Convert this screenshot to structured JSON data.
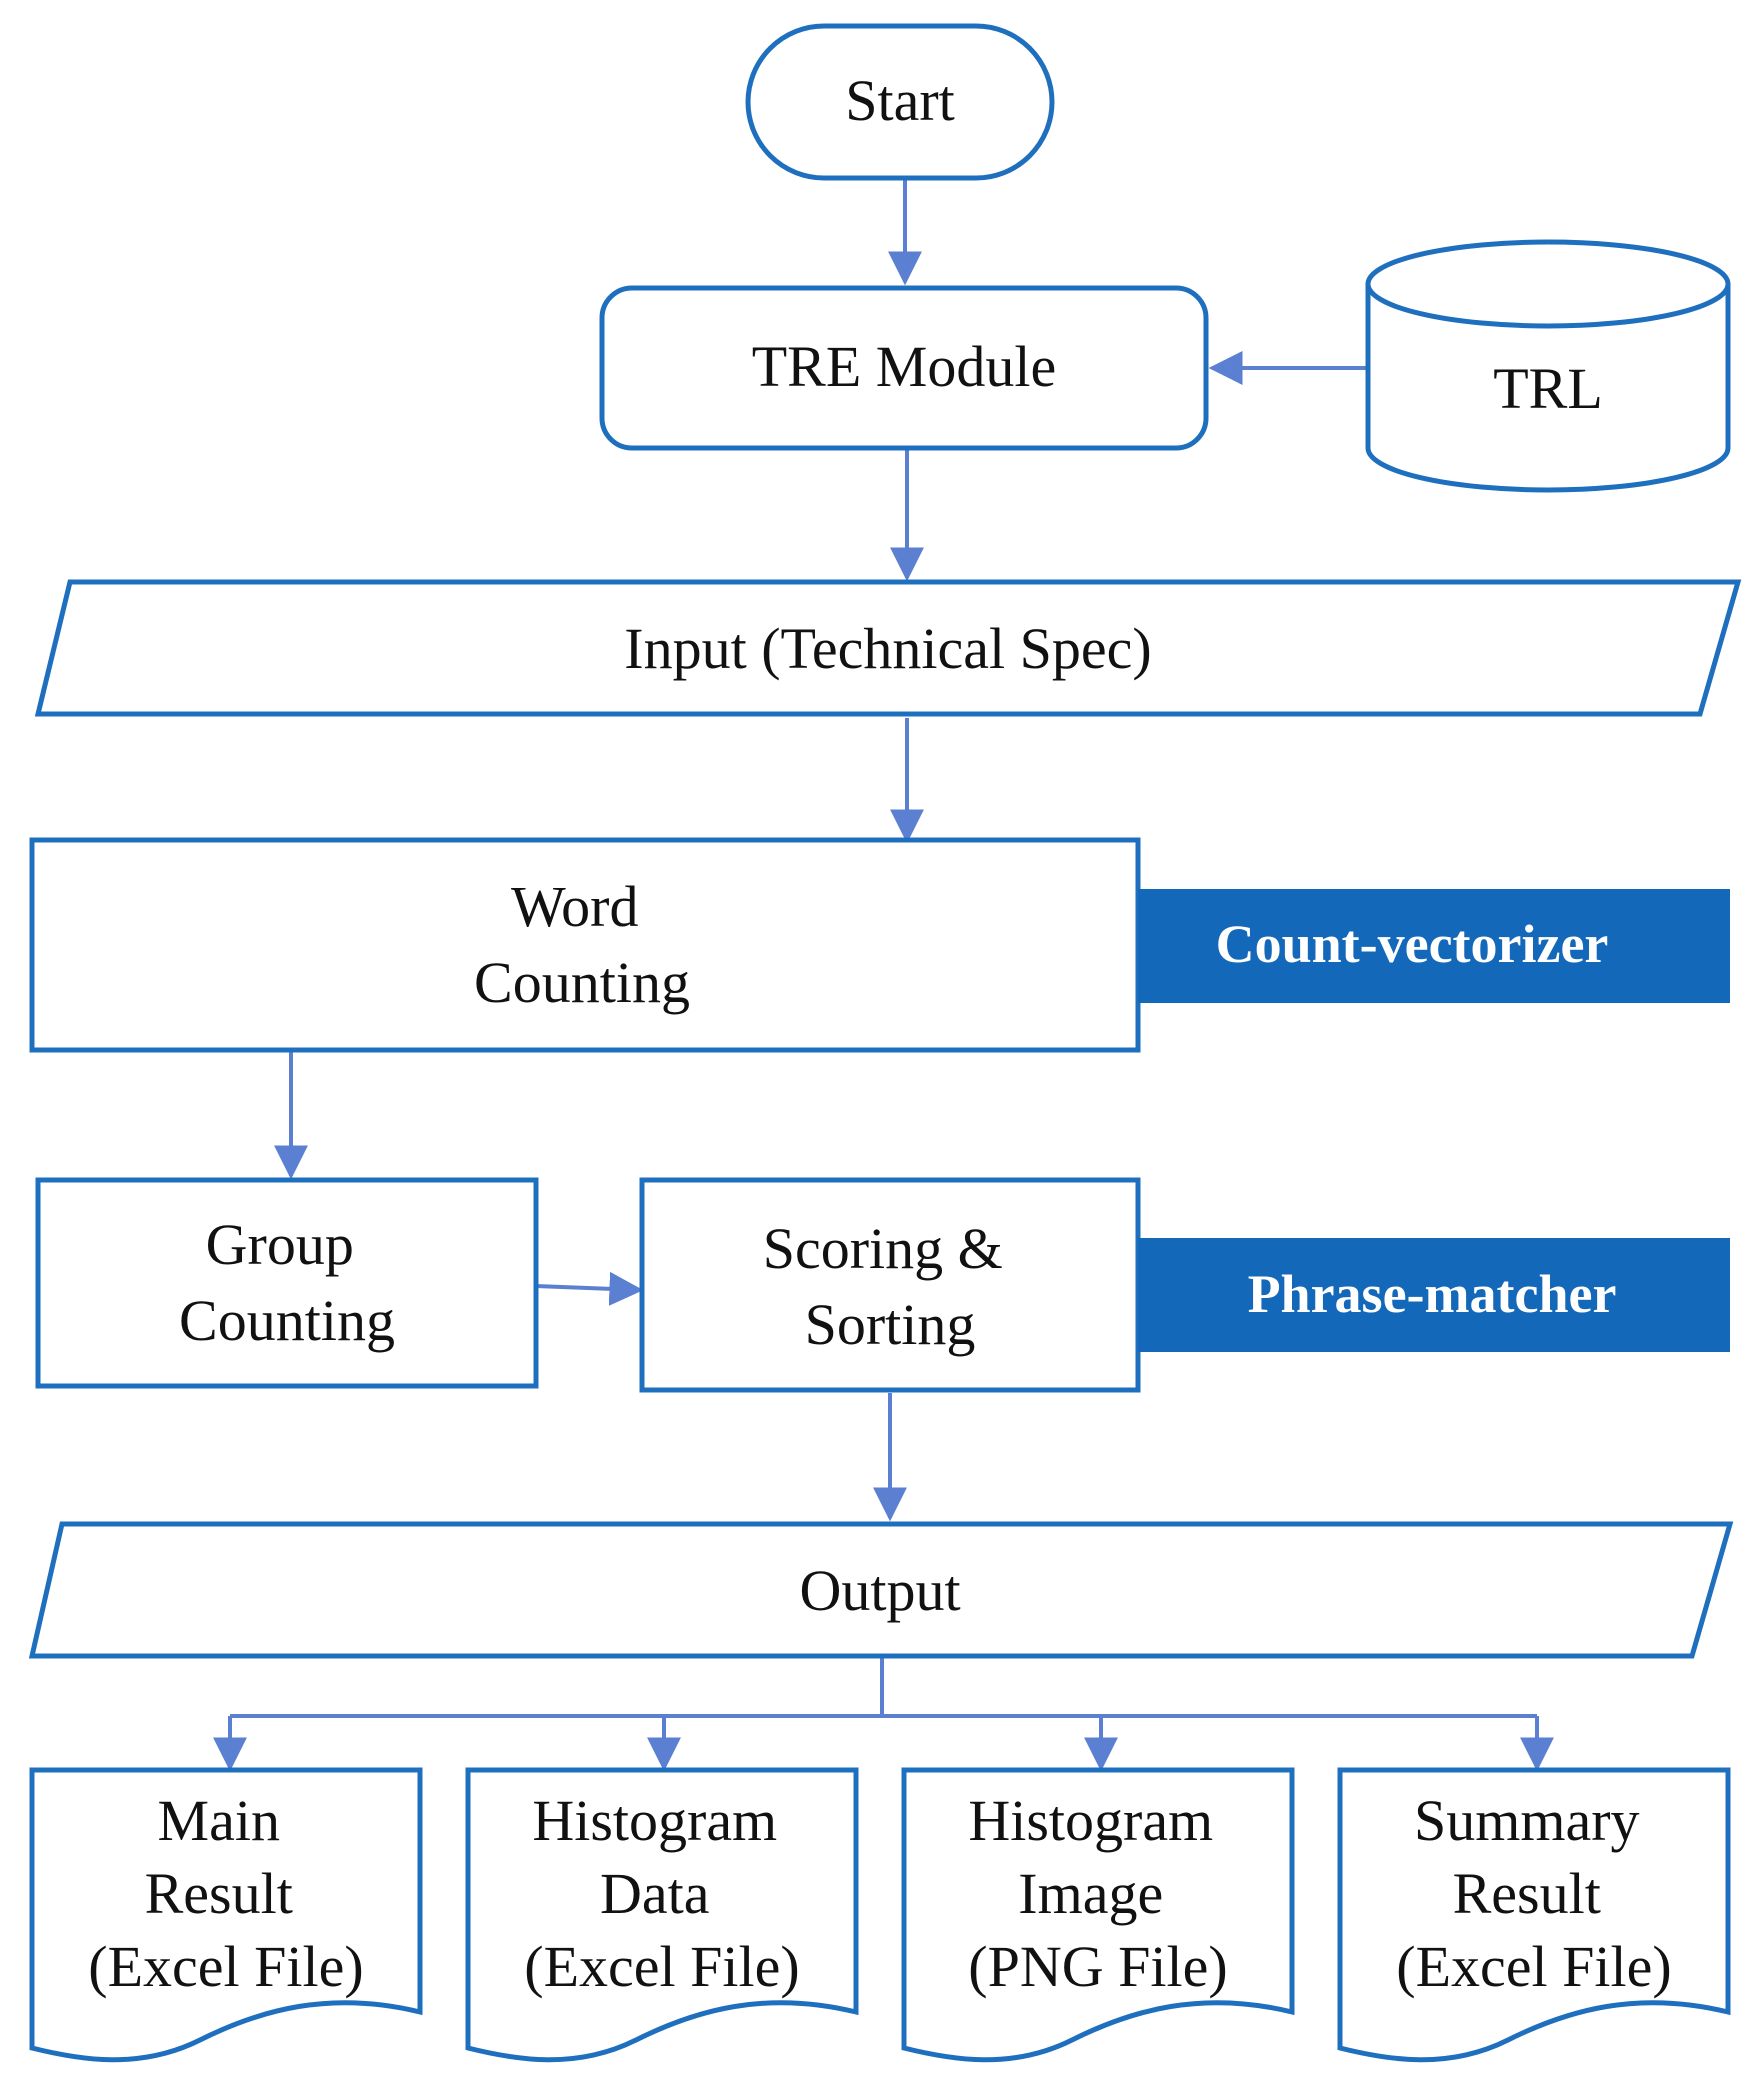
{
  "diagram": {
    "nodes": {
      "start": {
        "label": "Start"
      },
      "tre_module": {
        "label": "TRE Module"
      },
      "trl": {
        "label": "TRL"
      },
      "input": {
        "label": "Input (Technical Spec)"
      },
      "word_counting": {
        "lines": [
          "Word",
          "Counting"
        ]
      },
      "group_counting": {
        "lines": [
          "Group",
          "Counting"
        ]
      },
      "scoring_sorting": {
        "lines": [
          "Scoring &",
          "Sorting"
        ]
      },
      "output": {
        "label": "Output"
      },
      "main_result": {
        "lines": [
          "Main",
          "Result",
          "(Excel File)"
        ]
      },
      "histogram_data": {
        "lines": [
          "Histogram",
          "Data",
          "(Excel File)"
        ]
      },
      "histogram_image": {
        "lines": [
          "Histogram",
          "Image",
          "(PNG File)"
        ]
      },
      "summary_result": {
        "lines": [
          "Summary",
          "Result",
          "(Excel File)"
        ]
      }
    },
    "tags": {
      "count_vectorizer": "Count-vectorizer",
      "phrase_matcher": "Phrase-matcher"
    },
    "colors": {
      "shape_stroke": "#1f6fbf",
      "edge": "#5b7fd1",
      "tag_fill": "#1468b9",
      "tag_text": "#ffffff"
    },
    "edges": [
      {
        "from": "start",
        "to": "tre_module"
      },
      {
        "from": "trl",
        "to": "tre_module"
      },
      {
        "from": "tre_module",
        "to": "input"
      },
      {
        "from": "input",
        "to": "word_counting"
      },
      {
        "from": "word_counting",
        "to": "group_counting"
      },
      {
        "from": "group_counting",
        "to": "scoring_sorting"
      },
      {
        "from": "scoring_sorting",
        "to": "output"
      },
      {
        "from": "output",
        "to": "main_result"
      },
      {
        "from": "output",
        "to": "histogram_data"
      },
      {
        "from": "output",
        "to": "histogram_image"
      },
      {
        "from": "output",
        "to": "summary_result"
      }
    ]
  }
}
